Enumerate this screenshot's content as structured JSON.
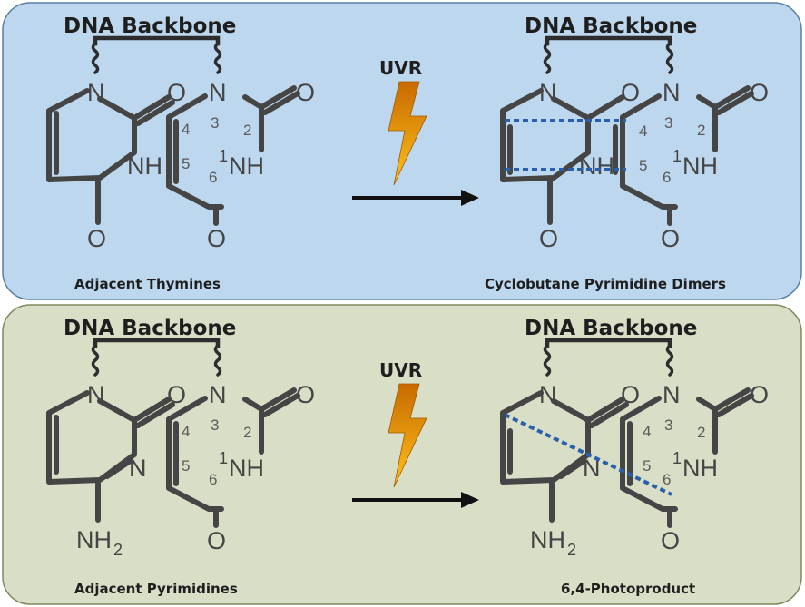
{
  "panels": [
    {
      "id": "top",
      "bg": "#bdd7ee",
      "border": "#5a7fa6",
      "left_backbone": "DNA Backbone",
      "right_backbone": "DNA Backbone",
      "uvr": "UVR",
      "left_caption": "Adjacent Thymines",
      "right_caption": "Cyclobutane Pyrimidine Dimers"
    },
    {
      "id": "bottom",
      "bg": "#d9dfc6",
      "border": "#7e8a5c",
      "left_backbone": "DNA Backbone",
      "right_backbone": "DNA Backbone",
      "uvr": "UVR",
      "left_caption": "Adjacent Pyrimidines",
      "right_caption": "6,4-Photoproduct"
    }
  ],
  "atoms": {
    "N": "N",
    "O": "O",
    "NH": "NH",
    "NH2_main": "NH",
    "NH2_sub": "2",
    "sup1": "1"
  },
  "ring_numbers": [
    "2",
    "3",
    "4",
    "5",
    "6"
  ],
  "colors": {
    "bond": "#454545",
    "crosslink": "#2a5fae",
    "lightning_top": "#ffc21a",
    "lightning_bottom": "#c86a00"
  }
}
